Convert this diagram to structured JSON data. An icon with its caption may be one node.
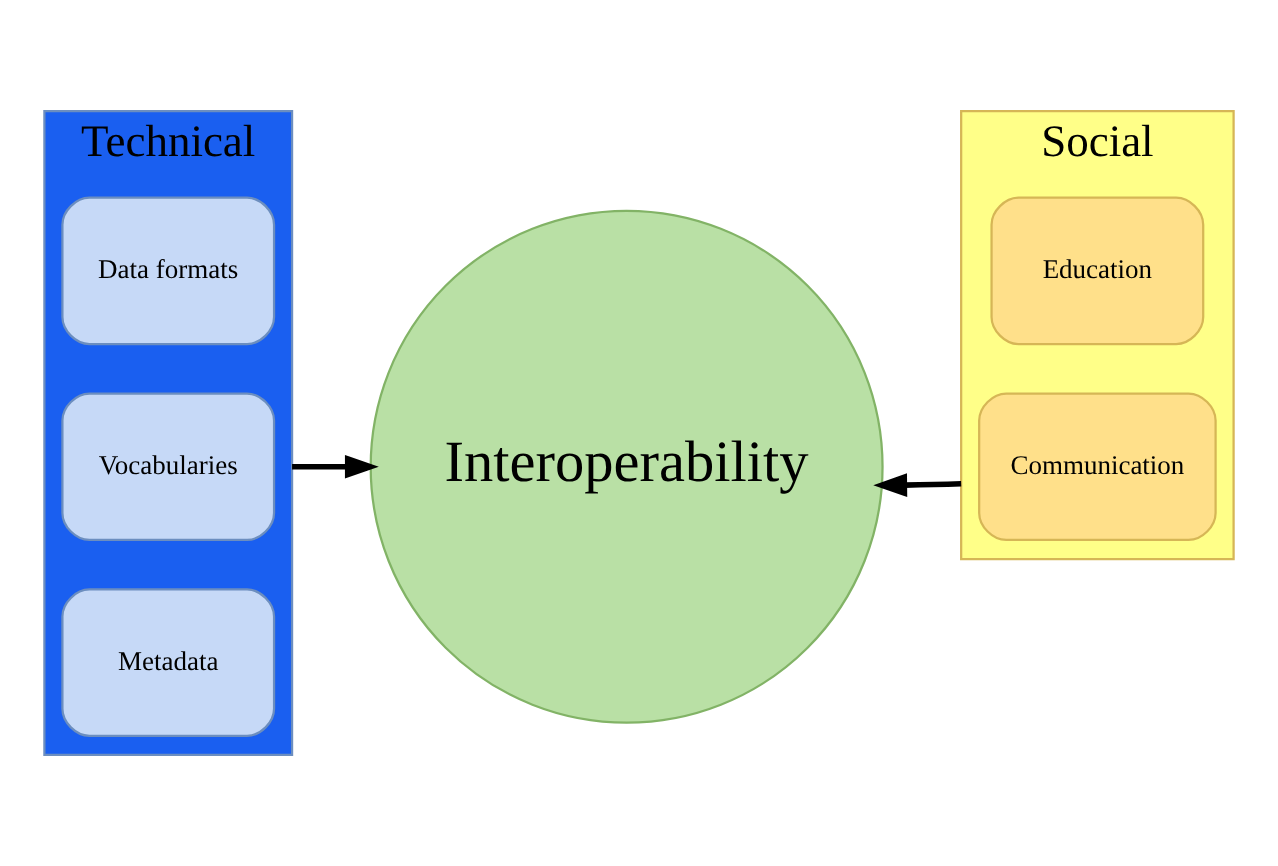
{
  "diagram": {
    "nodes": [
      {
        "text": [
          "Technical"
        ]
      },
      {
        "text": [
          "Data formats"
        ],
        "in": 0
      },
      {
        "text": [
          "Vocabularies"
        ],
        "in": 0
      },
      {
        "text": [
          "Metadata"
        ],
        "in": 0
      },
      {
        "text": [
          "Interoperability"
        ]
      },
      {
        "text": [
          "Social"
        ]
      },
      {
        "text": [
          "Education"
        ],
        "in": 5
      },
      {
        "text": [
          "Communication"
        ],
        "in": 5
      }
    ],
    "edges": [
      {
        "from": 0,
        "to": 4,
        "arrow": "to"
      },
      {
        "from": 5,
        "to": 4,
        "arrow": "to"
      }
    ]
  }
}
